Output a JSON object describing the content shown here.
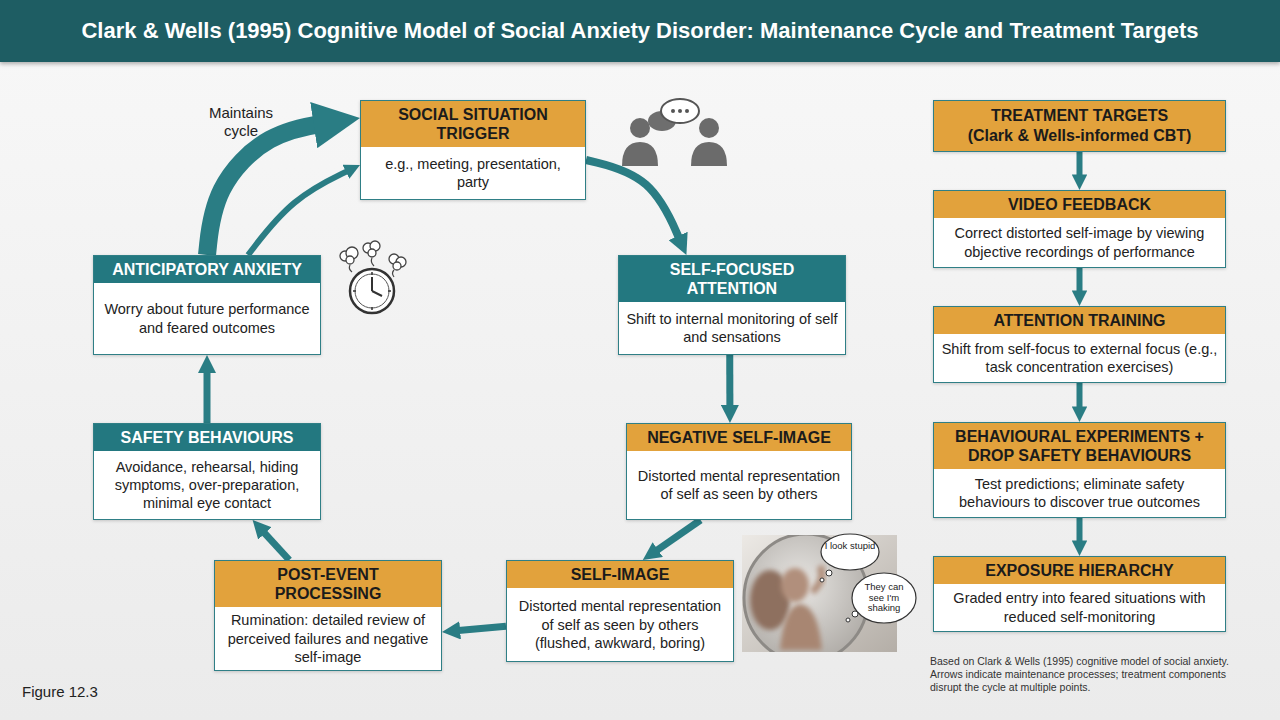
{
  "diagram": {
    "title": "Clark & Wells (1995) Cognitive Model of Social Anxiety Disorder: Maintenance Cycle and Treatment Targets",
    "caption": "Figure 12.3",
    "nodes": [
      {
        "text": [
          "SOCIAL SITUATION TRIGGER",
          "e.g., meeting, presentation, party"
        ]
      },
      {
        "text": [
          "SELF-FOCUSED ATTENTION",
          "Shift to internal monitoring of self and sensations"
        ]
      },
      {
        "text": [
          "NEGATIVE SELF-IMAGE",
          "Distorted mental representation of self as seen by others"
        ]
      },
      {
        "text": [
          "SELF-IMAGE",
          "Distorted mental representation of self as seen by others (flushed, awkward, boring)"
        ]
      },
      {
        "text": [
          "POST-EVENT PROCESSING",
          "Rumination: detailed review of perceived failures and negative self-image"
        ]
      },
      {
        "text": [
          "SAFETY BEHAVIOURS",
          "Avoidance, rehearsal, hiding symptoms, over-preparation, minimal eye contact"
        ]
      },
      {
        "text": [
          "ANTICIPATORY ANXIETY",
          "Worry about future performance and feared outcomes"
        ]
      },
      {
        "text": [
          "TREATMENT TARGETS",
          "(Clark & Wells-informed CBT)"
        ]
      },
      {
        "text": [
          "VIDEO FEEDBACK",
          "Correct distorted self-image by viewing objective recordings of performance"
        ]
      },
      {
        "text": [
          "ATTENTION TRAINING",
          "Shift from self-focus to external focus (e.g., task concentration exercises)"
        ]
      },
      {
        "text": [
          "BEHAVIOURAL EXPERIMENTS + DROP SAFETY BEHAVIOURS",
          "Test predictions; eliminate safety behaviours to discover true outcomes"
        ]
      },
      {
        "text": [
          "EXPOSURE HIERARCHY",
          "Graded entry into feared situations with reduced self-monitoring"
        ]
      }
    ],
    "edges": [
      {
        "from": 0,
        "to": 1,
        "arrow": "to"
      },
      {
        "from": 1,
        "to": 2,
        "arrow": "to"
      },
      {
        "from": 2,
        "to": 3,
        "arrow": "to"
      },
      {
        "from": 3,
        "to": 4,
        "arrow": "to"
      },
      {
        "from": 4,
        "to": 5,
        "arrow": "to"
      },
      {
        "from": 5,
        "to": 6,
        "arrow": "to"
      },
      {
        "from": 6,
        "to": 0,
        "arrow": "to"
      },
      {
        "from": 6,
        "to": 0,
        "label": "Maintains cycle",
        "arrow": "to"
      },
      {
        "from": 7,
        "to": 8,
        "arrow": "to"
      },
      {
        "from": 8,
        "to": 9,
        "arrow": "to"
      },
      {
        "from": 9,
        "to": 10,
        "arrow": "to"
      },
      {
        "from": 10,
        "to": 11,
        "arrow": "to"
      }
    ],
    "labels": [
      "I look stupid",
      "They can see I'm shaking",
      "Based on Clark & Wells (1995) cognitive model of social anxiety. Arrows indicate maintenance processes; treatment components disrupt the cycle at multiple points."
    ]
  }
}
